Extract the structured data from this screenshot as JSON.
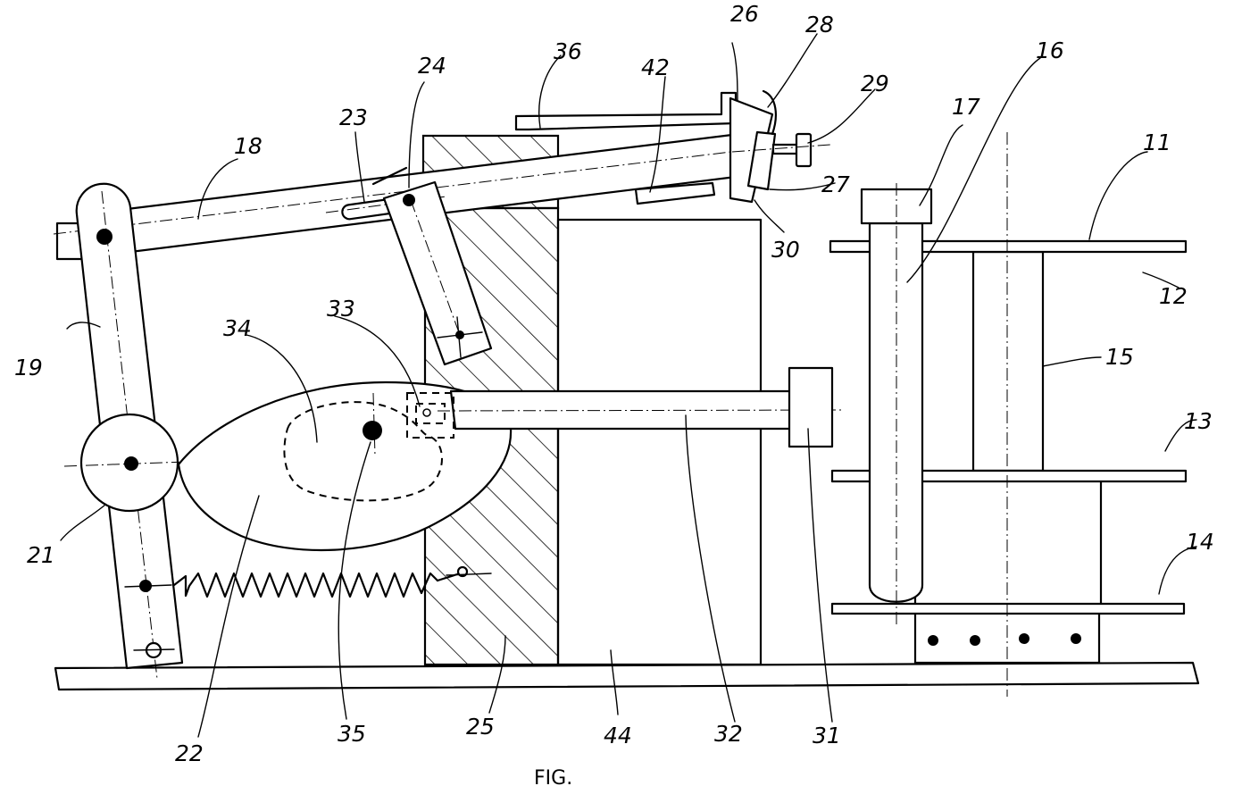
{
  "labels": {
    "l11": "11",
    "l12": "12",
    "l13": "13",
    "l14": "14",
    "l15": "15",
    "l16": "16",
    "l17": "17",
    "l18": "18",
    "l19": "19",
    "l21": "21",
    "l22": "22",
    "l23": "23",
    "l24": "24",
    "l25": "25",
    "l26": "26",
    "l27": "27",
    "l28": "28",
    "l29": "29",
    "l30": "30",
    "l31": "31",
    "l32": "32",
    "l33": "33",
    "l34": "34",
    "l35": "35",
    "l36": "36",
    "l42": "42",
    "l44": "44"
  },
  "figure_caption": "FIG."
}
